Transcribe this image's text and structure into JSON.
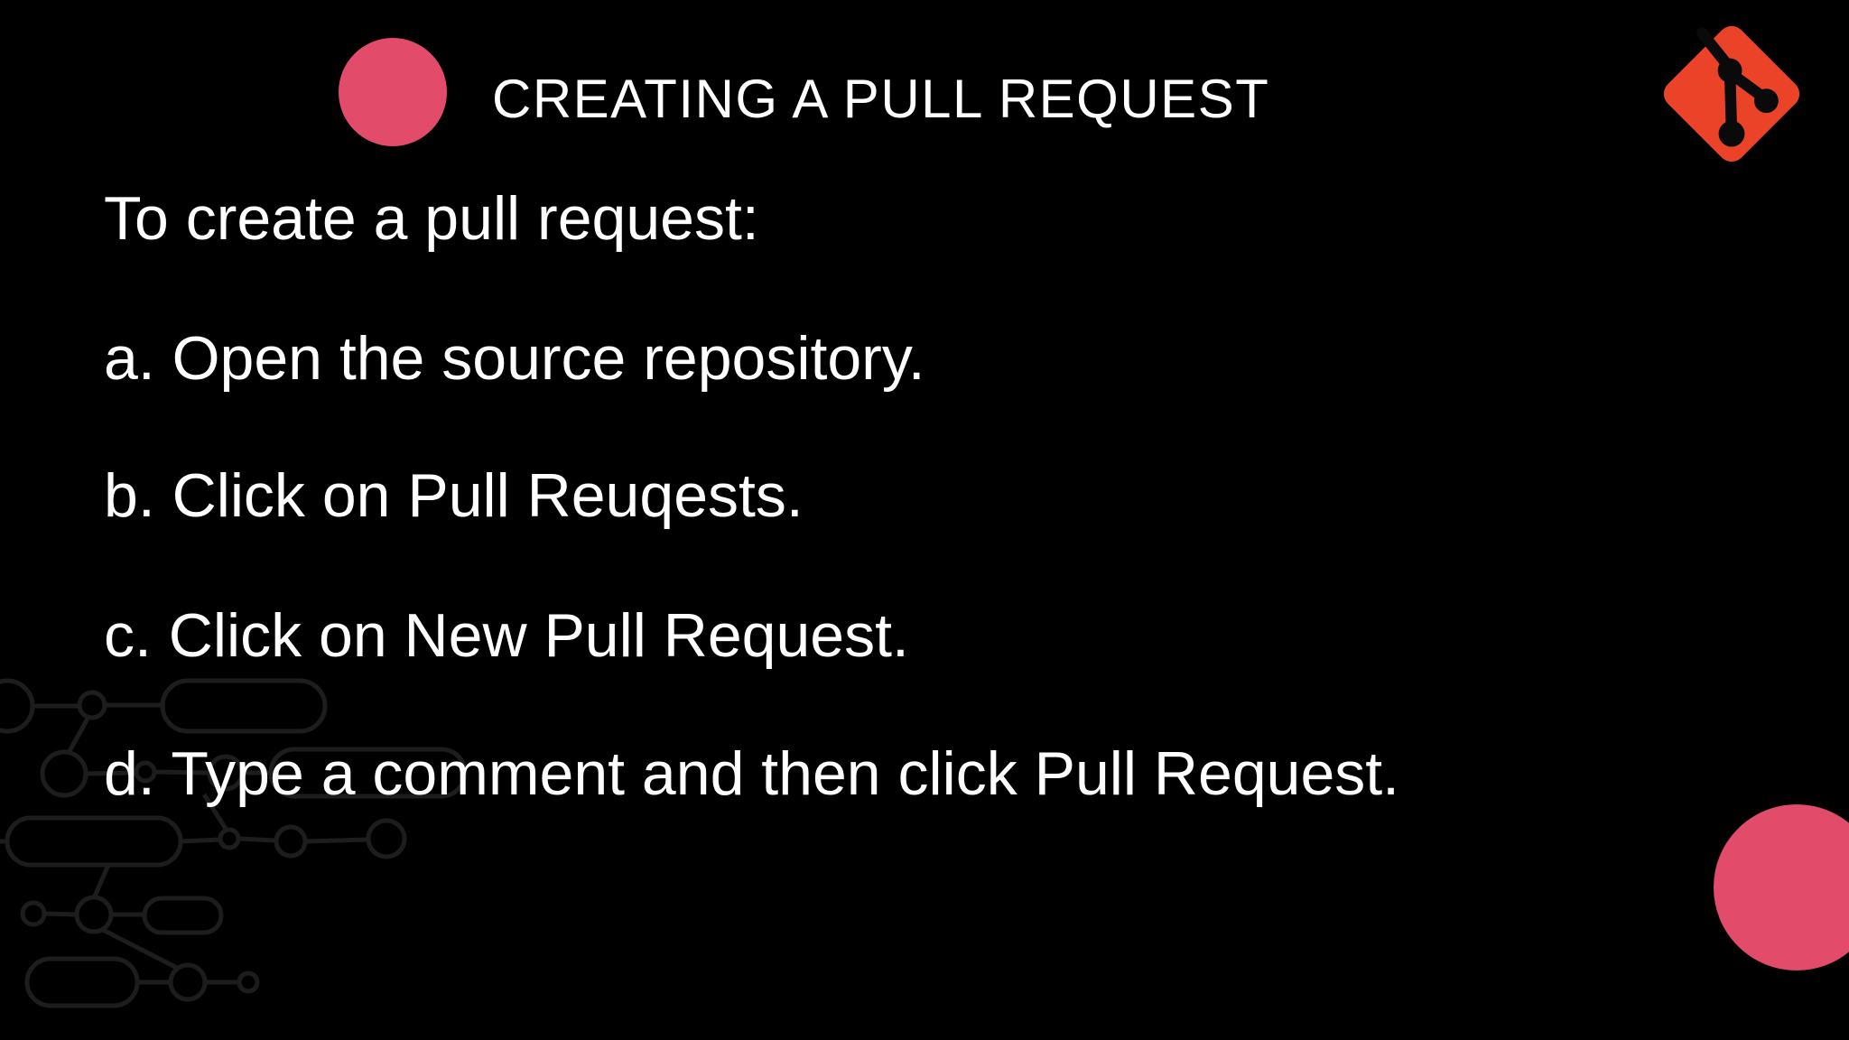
{
  "slide": {
    "title": "CREATING A PULL REQUEST",
    "intro": "To create a pull request:",
    "steps": [
      "a. Open the source repository.",
      "b. Click on Pull Reuqests.",
      "c. Click on New Pull Request.",
      "d. Type a comment and then click Pull Request."
    ]
  },
  "icons": {
    "git_logo": "git-logo",
    "accent_circle_top": "pink-circle",
    "accent_circle_bottom": "pink-circle",
    "branch_pattern": "git-branch-graph-pattern"
  },
  "colors": {
    "background": "#000000",
    "text": "#ffffff",
    "accent_pink": "#e34b6b",
    "git_red": "#ea4328",
    "git_mark": "#0a0a0a",
    "pattern_stroke": "#1d1d1d"
  }
}
